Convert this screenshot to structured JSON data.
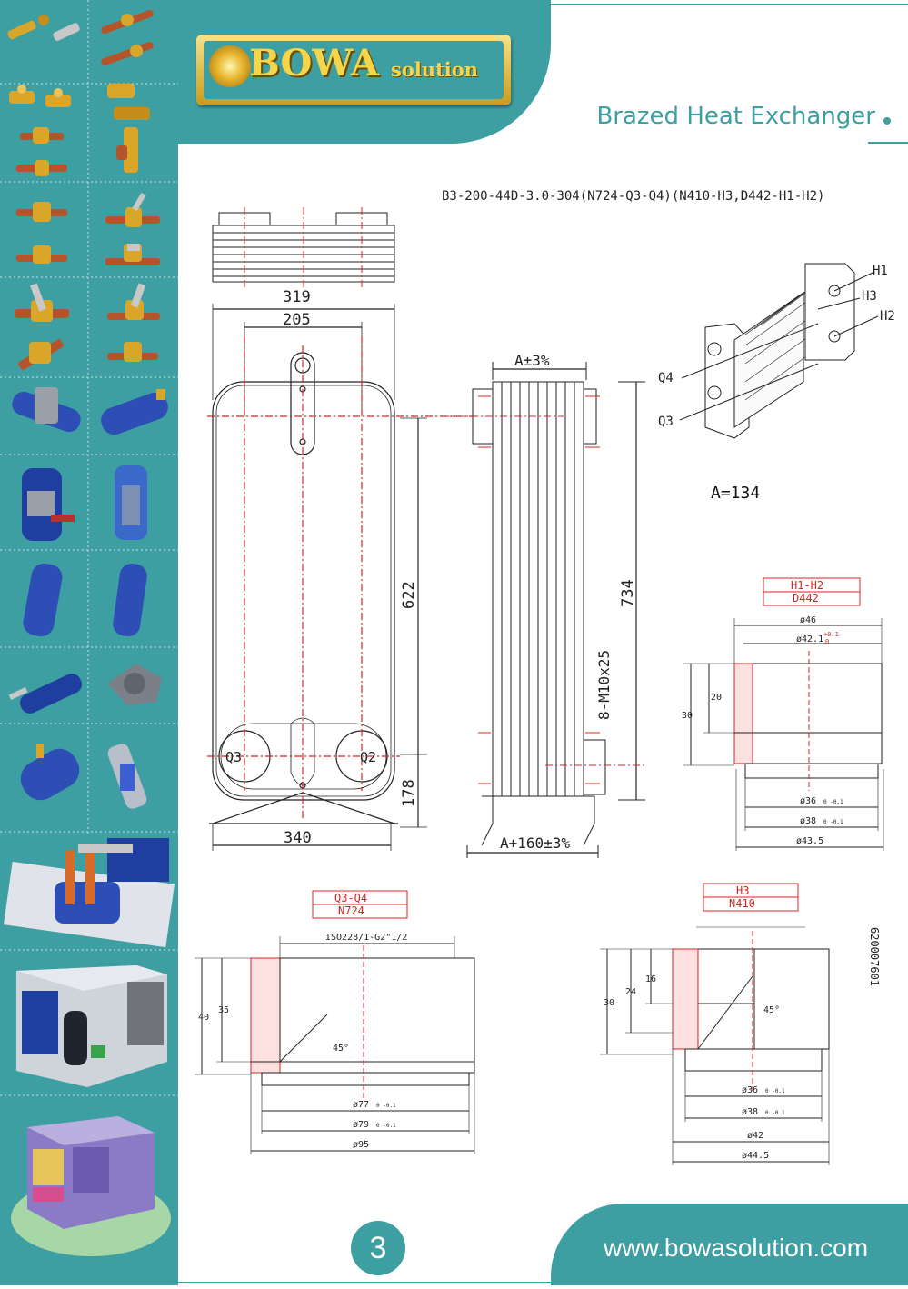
{
  "brand": {
    "logo_main": "BOWA",
    "logo_sub": "solution"
  },
  "header": {
    "title": "Brazed Heat Exchanger"
  },
  "drawing": {
    "model_code": "B3-200-44D-3.0-304(N724-Q3-Q4)(N410-H3,D442-H1-H2)",
    "a_value": "A=134",
    "drawing_number": "620007601",
    "front_view": {
      "dim_width_total": "319",
      "dim_port_spacing": "205",
      "dim_height_ports": "622",
      "dim_bottom": "178",
      "dim_base_width": "340",
      "port_q3": "Q3",
      "port_q2": "Q2"
    },
    "side_view": {
      "dim_a_top": "A±3%",
      "dim_height_total": "734",
      "dim_bolts": "8-M10x25",
      "dim_a_bottom": "A+160±3%"
    },
    "iso_view": {
      "labels": [
        "H1",
        "H3",
        "H2",
        "Q4",
        "Q3"
      ]
    },
    "detail_h1h2": {
      "label_top": "H1-H2",
      "label_bottom": "D442",
      "dims": [
        "ø46",
        "ø42.1",
        "20",
        "30",
        "ø36",
        "ø38",
        "ø43.5"
      ],
      "tol_top": "+0.1",
      "tol_bottom": "0",
      "tol_36": "0 -0.1",
      "tol_38": "0 -0.1"
    },
    "detail_q3q4": {
      "label_top": "Q3-Q4",
      "label_bottom": "N724",
      "thread": "ISO228/1-G2\"1/2",
      "dims": [
        "40",
        "35",
        "45°",
        "ø77",
        "ø79",
        "ø95"
      ],
      "tol_77": "0 -0.1",
      "tol_79": "0 -0.1"
    },
    "detail_h3": {
      "label_top": "H3",
      "label_bottom": "N410",
      "dims": [
        "30",
        "24",
        "16",
        "45°",
        "ø36",
        "ø38",
        "ø42",
        "ø44.5"
      ],
      "tol_36": "0 -0.1",
      "tol_38": "0 -0.1"
    }
  },
  "footer": {
    "page_number": "3",
    "website": "www.bowasolution.com"
  },
  "colors": {
    "teal": "#3e9fa2",
    "gold": "#f7d54a",
    "red_line": "#e02020"
  },
  "sidebar": {
    "icons": [
      "sight-glass-icon",
      "valve-icon",
      "fitting-icon",
      "ball-valve-icon",
      "receiver-tank-icon",
      "accumulator-icon",
      "filter-drier-icon",
      "compressor-unit-icon",
      "condensing-unit-icon",
      "cold-room-icon"
    ]
  }
}
